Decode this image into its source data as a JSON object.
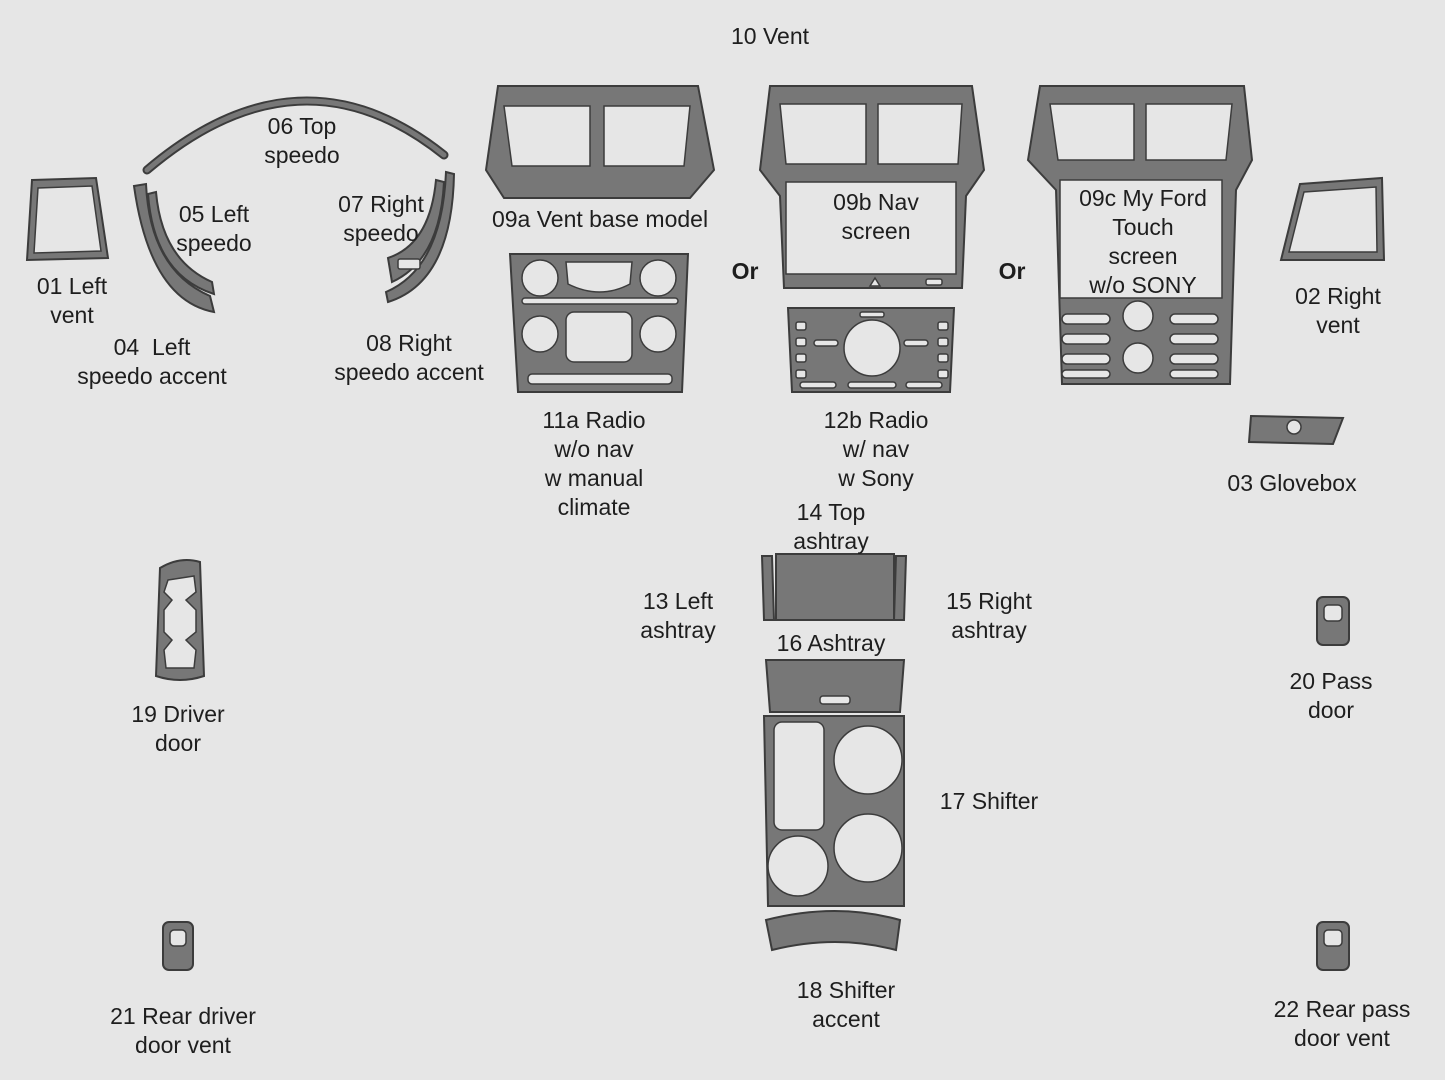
{
  "colors": {
    "background": "#e6e6e6",
    "part_fill": "#777777",
    "outline": "#3c3c3c",
    "text": "#1e1e1e"
  },
  "labels": {
    "vent_10": "10 Vent",
    "top_speedo_06": "06 Top\nspeedo",
    "left_speedo_05": "05 Left\nspeedo",
    "right_speedo_07": "07 Right\nspeedo",
    "left_vent_01": "01 Left\nvent",
    "left_speedo_accent_04": "04  Left\nspeedo accent",
    "right_speedo_accent_08": "08 Right\nspeedo accent",
    "vent_base_09a": "09a Vent base model",
    "nav_screen_09b": "09b Nav\nscreen",
    "my_ford_touch_09c": "09c My Ford\nTouch\nscreen\nw/o SONY",
    "or_1": "Or",
    "or_2": "Or",
    "right_vent_02": "02 Right\nvent",
    "glovebox_03": "03 Glovebox",
    "radio_11a": "11a Radio\nw/o nav\nw manual\nclimate",
    "radio_12b": "12b Radio\nw/ nav\nw Sony",
    "top_ashtray_14": "14 Top\nashtray",
    "left_ashtray_13": "13 Left\nashtray",
    "right_ashtray_15": "15 Right\nashtray",
    "ashtray_16": "16 Ashtray",
    "shifter_17": "17 Shifter",
    "shifter_accent_18": "18 Shifter\naccent",
    "driver_door_19": "19 Driver\ndoor",
    "pass_door_20": "20 Pass\ndoor",
    "rear_driver_vent_21": "21 Rear driver\ndoor vent",
    "rear_pass_vent_22": "22 Rear pass\ndoor vent"
  }
}
